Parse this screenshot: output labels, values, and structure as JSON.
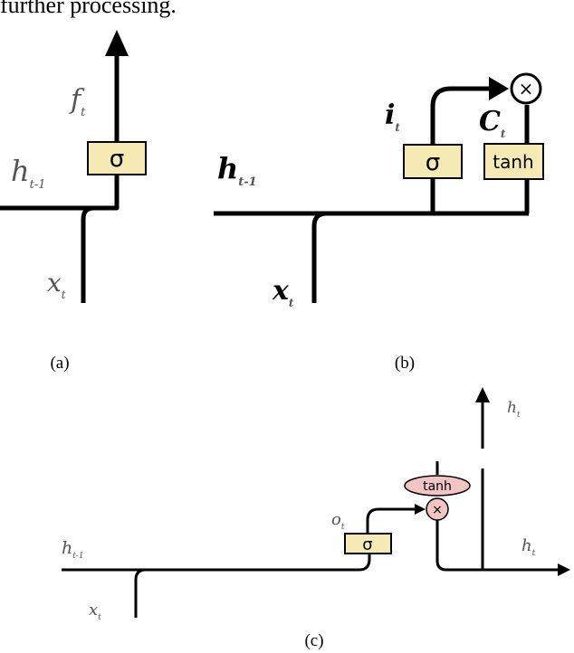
{
  "header": {
    "text": "further processing."
  },
  "panel_a": {
    "caption": "(a)",
    "gate": "σ",
    "output": {
      "main": "f",
      "sub": "t"
    },
    "hidden": {
      "main": "h",
      "sub": "t-1"
    },
    "input": {
      "main": "x",
      "sub": "t"
    }
  },
  "panel_b": {
    "caption": "(b)",
    "gate_sigma": "σ",
    "gate_tanh": "tanh",
    "multiply": "×",
    "input_gate": {
      "main": "i",
      "sub": "t"
    },
    "candidate": {
      "main": "C",
      "sub": "t"
    },
    "hidden": {
      "main": "h",
      "sub": "t-1"
    },
    "input": {
      "main": "x",
      "sub": "t"
    }
  },
  "panel_c": {
    "caption": "(c)",
    "gate_sigma": "σ",
    "tanh": "tanh",
    "multiply": "×",
    "output_gate": {
      "main": "o",
      "sub": "t"
    },
    "hidden_prev": {
      "main": "h",
      "sub": "t-1"
    },
    "input": {
      "main": "x",
      "sub": "t"
    },
    "hidden_out_top": {
      "main": "h",
      "sub": "t"
    },
    "hidden_out_right": {
      "main": "h",
      "sub": "t"
    }
  },
  "colors": {
    "gate_fill": "#f6eab4",
    "pink_fill": "#f2c4c4",
    "stroke": "#000000"
  }
}
